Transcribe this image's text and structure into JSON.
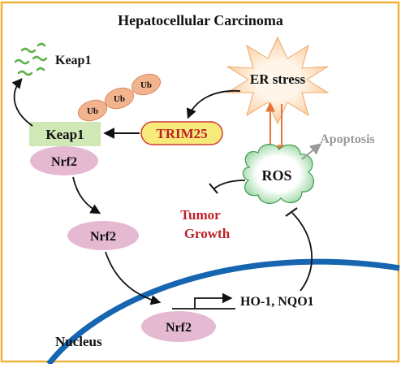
{
  "title": "Hepatocellular Carcinoma",
  "nodes": {
    "keap1_degraded": "Keap1",
    "ub": [
      "Ub",
      "Ub",
      "Ub"
    ],
    "keap1": "Keap1",
    "nrf2_bound": "Nrf2",
    "trim25": "TRIM25",
    "er_stress": "ER stress",
    "apoptosis": "Apoptosis",
    "ros": "ROS",
    "tumor_line1": "Tumor",
    "tumor_line2": "Growth",
    "nrf2_free": "Nrf2",
    "nrf2_nuclear": "Nrf2",
    "target_genes": "HO-1, NQO1",
    "nucleus": "Nucleus"
  },
  "colors": {
    "frame": "#f0b23a",
    "nucleus_membrane": "#1565b0",
    "keap1_box": "#cfe8b5",
    "keap1_fragments": "#5fb04b",
    "ub_fill": "#f2b48f",
    "nrf2_fill": "#e5b9d2",
    "trim25_fill": "#f5ea7a",
    "trim25_stroke": "#d23a2e",
    "trim25_text": "#c0202a",
    "er_star_fill": "#fde0c0",
    "er_arrows": "#e8743a",
    "ros_cloud_fill": "#ffffff",
    "ros_cloud_edge": "#58b86a",
    "apoptosis_text": "#999999",
    "tumor_text": "#c0202a"
  }
}
